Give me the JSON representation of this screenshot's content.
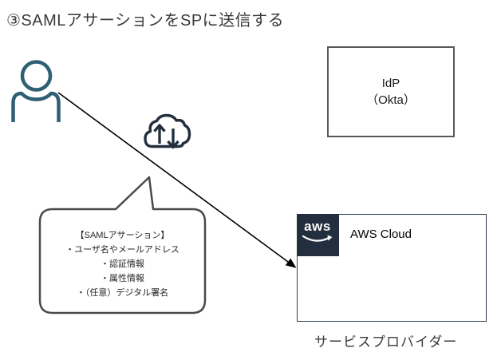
{
  "title": "③SAMLアサーションをSPに送信する",
  "idp_box": {
    "name": "IdP",
    "subname": "（Okta）"
  },
  "aws_box": {
    "logo_text": "aws",
    "label": "AWS Cloud"
  },
  "service_provider_label": "サービスプロバイダー",
  "bubble": {
    "lines": [
      "【SAMLアサーション】",
      "・ユーザ名やメールアドレス",
      "・認証情報",
      "・属性情報",
      "・（任意）デジタル署名"
    ]
  },
  "icons": {
    "person": "person-outline-icon",
    "cloud": "cloud-upload-download-icon",
    "arrow": "assertion-flow-arrow",
    "aws_logo": "aws-smile-logo-icon"
  },
  "colors": {
    "person_icon": "#2E5F73",
    "dark_navy": "#232F3E",
    "idp_border": "#595959",
    "bubble_border": "#4A4A4A",
    "arrow": "#000000",
    "title_text": "#3A3A3A",
    "background": "#FFFFFF"
  }
}
